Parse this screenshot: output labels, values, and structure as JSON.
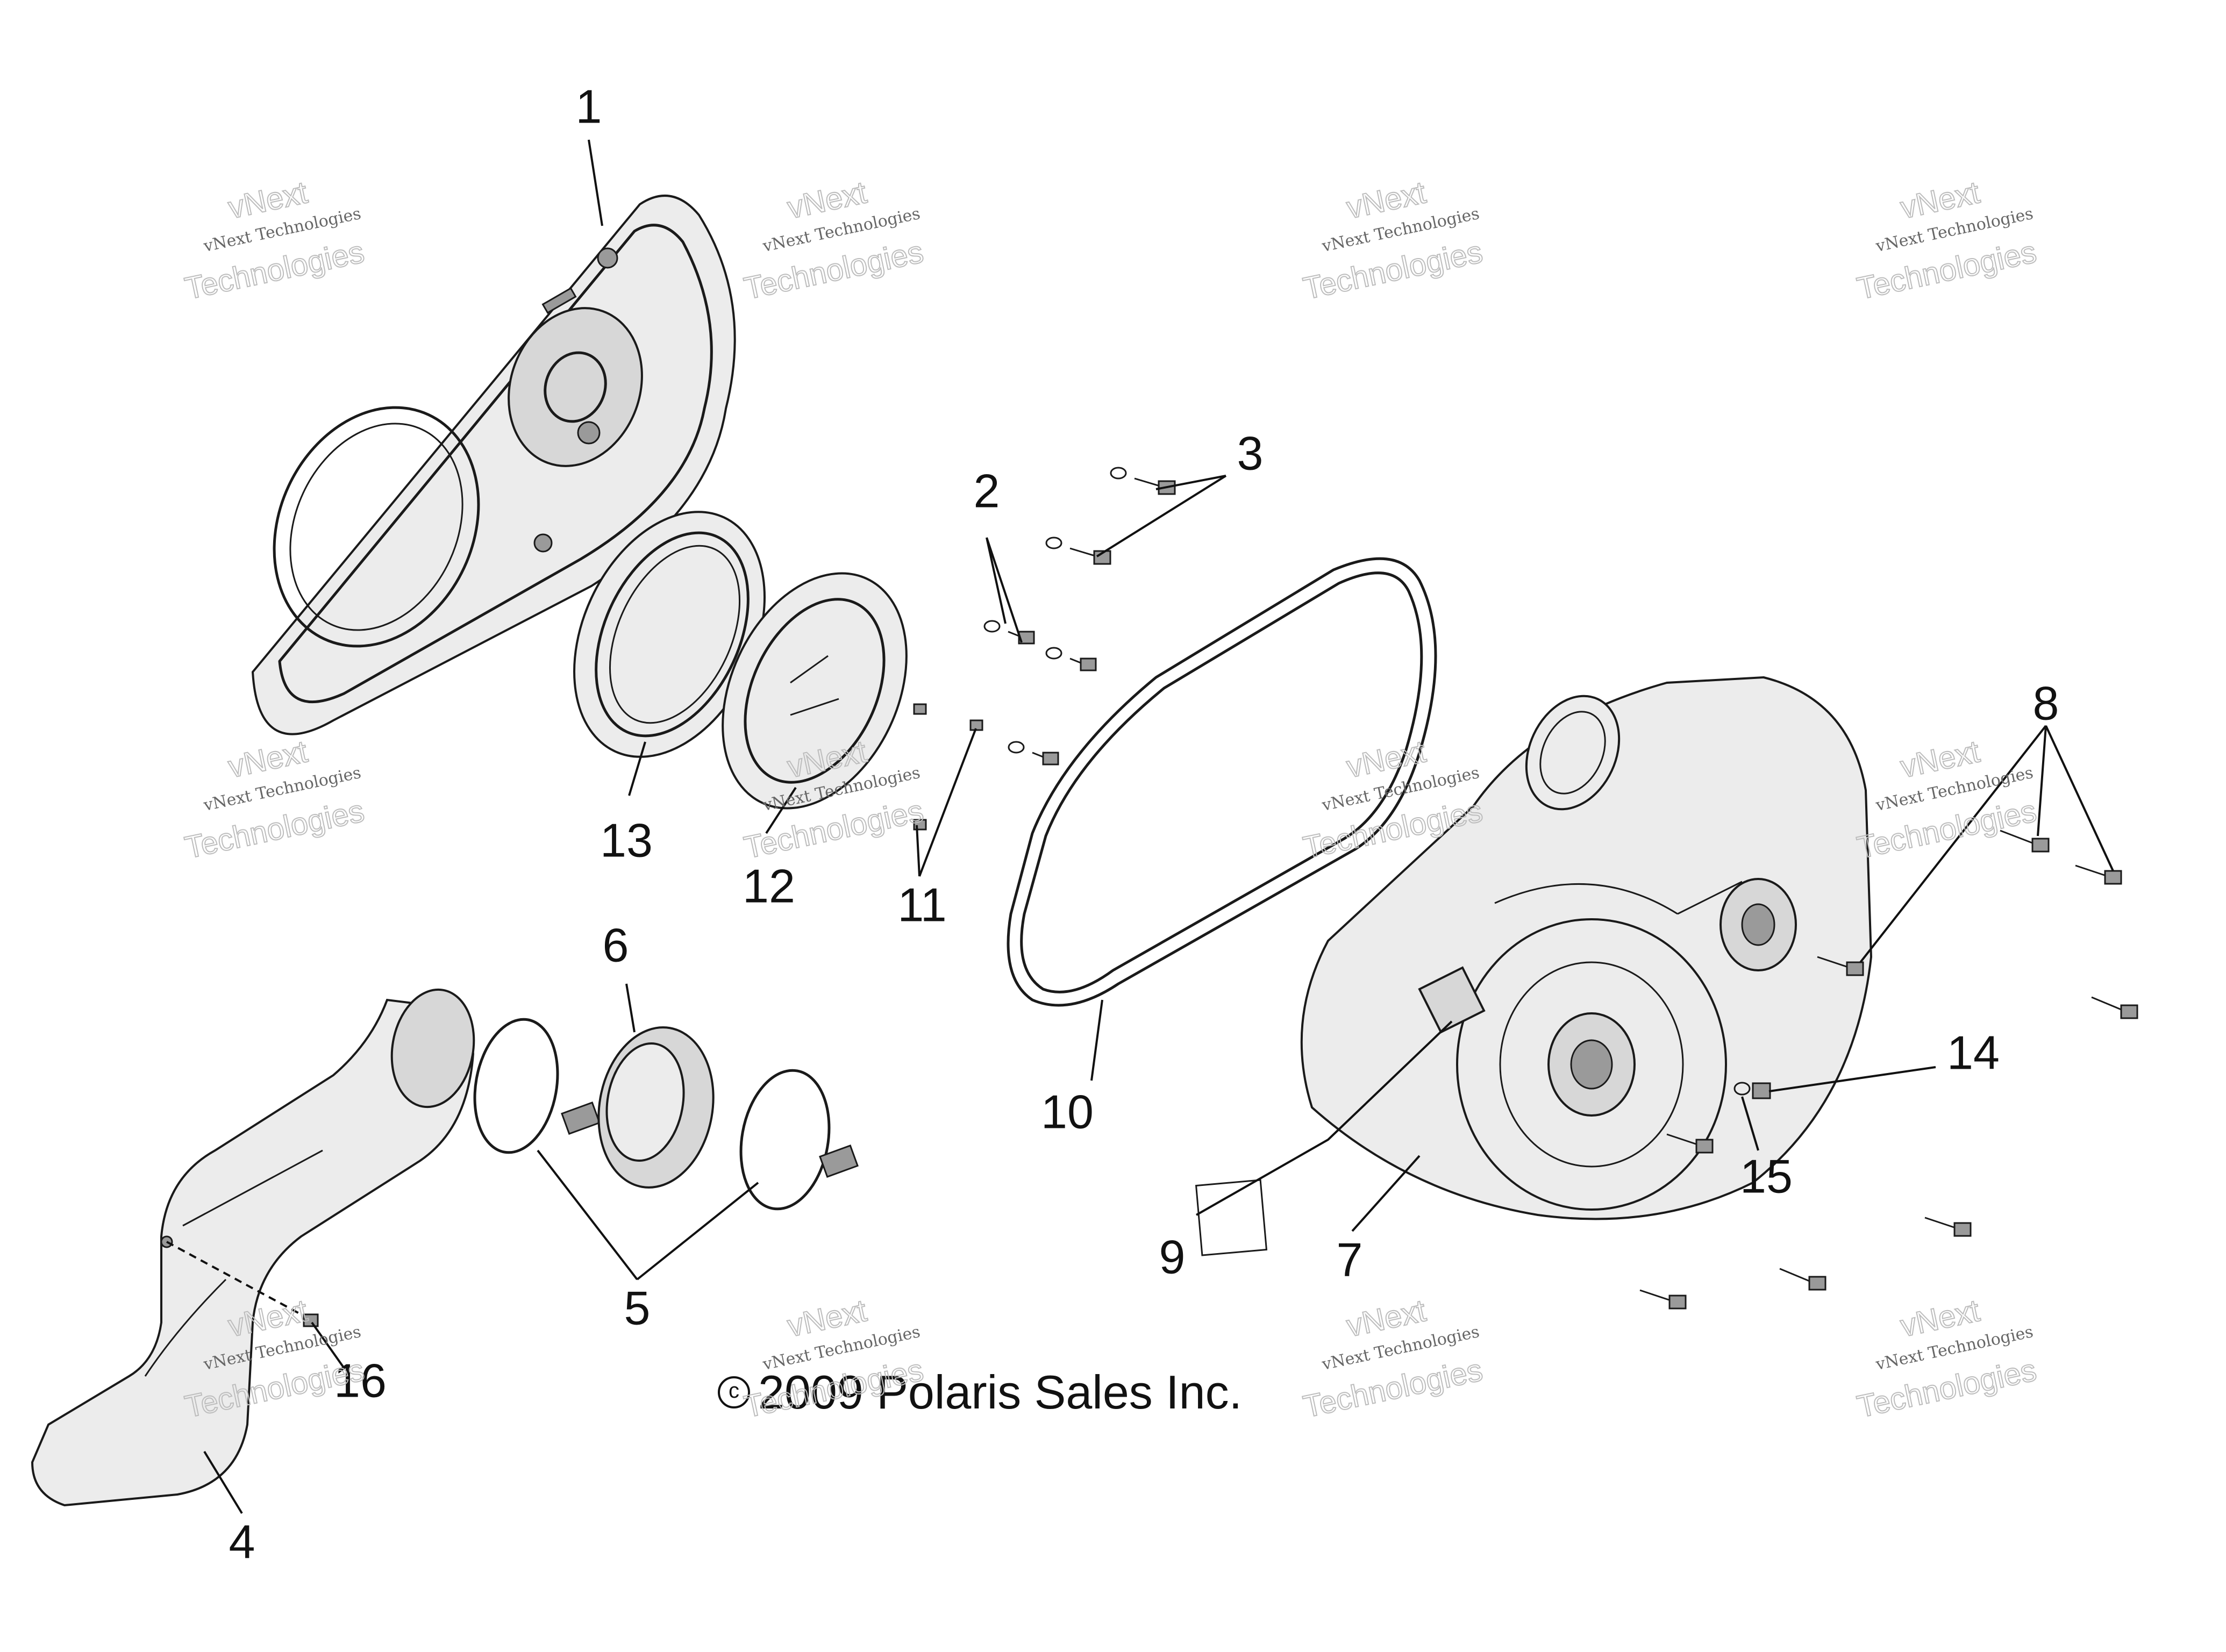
{
  "callouts": [
    "1",
    "2",
    "3",
    "4",
    "5",
    "6",
    "7",
    "8",
    "9",
    "10",
    "11",
    "12",
    "13",
    "14",
    "15",
    "16"
  ],
  "copyright": {
    "symbol": "c",
    "text": "2009 Polaris Sales Inc."
  },
  "watermark": {
    "line1": "vNext Technologies",
    "line2": "vNext",
    "line3": "Technologies"
  }
}
